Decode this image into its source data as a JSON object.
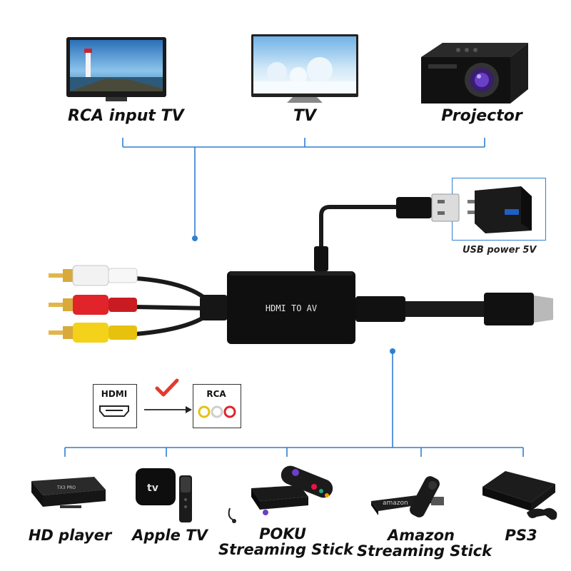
{
  "top_devices": [
    {
      "label": "RCA input TV"
    },
    {
      "label": "TV"
    },
    {
      "label": "Projector"
    }
  ],
  "power": {
    "label": "USB power 5V"
  },
  "converter": {
    "label": "HDMI TO AV"
  },
  "signal_flow": {
    "from": "HDMI",
    "to": "RCA"
  },
  "bottom_devices": [
    {
      "line1": "HD player",
      "line2": ""
    },
    {
      "line1": "Apple TV",
      "line2": ""
    },
    {
      "line1": "POKU",
      "line2": "Streaming Stick"
    },
    {
      "line1": "Amazon",
      "line2": "Streaming Stick"
    },
    {
      "line1": "PS3",
      "line2": ""
    }
  ],
  "device_text": {
    "tx_box": "TX3 PRO",
    "apple_tv": "tv",
    "amazon": "amazon"
  },
  "colors": {
    "connector_line": "#2f7fd1",
    "check": "#e23b2e",
    "rca_white": "#f2f2f2",
    "rca_red": "#e0242a",
    "rca_yellow": "#f4d21a",
    "device_black": "#111111"
  }
}
